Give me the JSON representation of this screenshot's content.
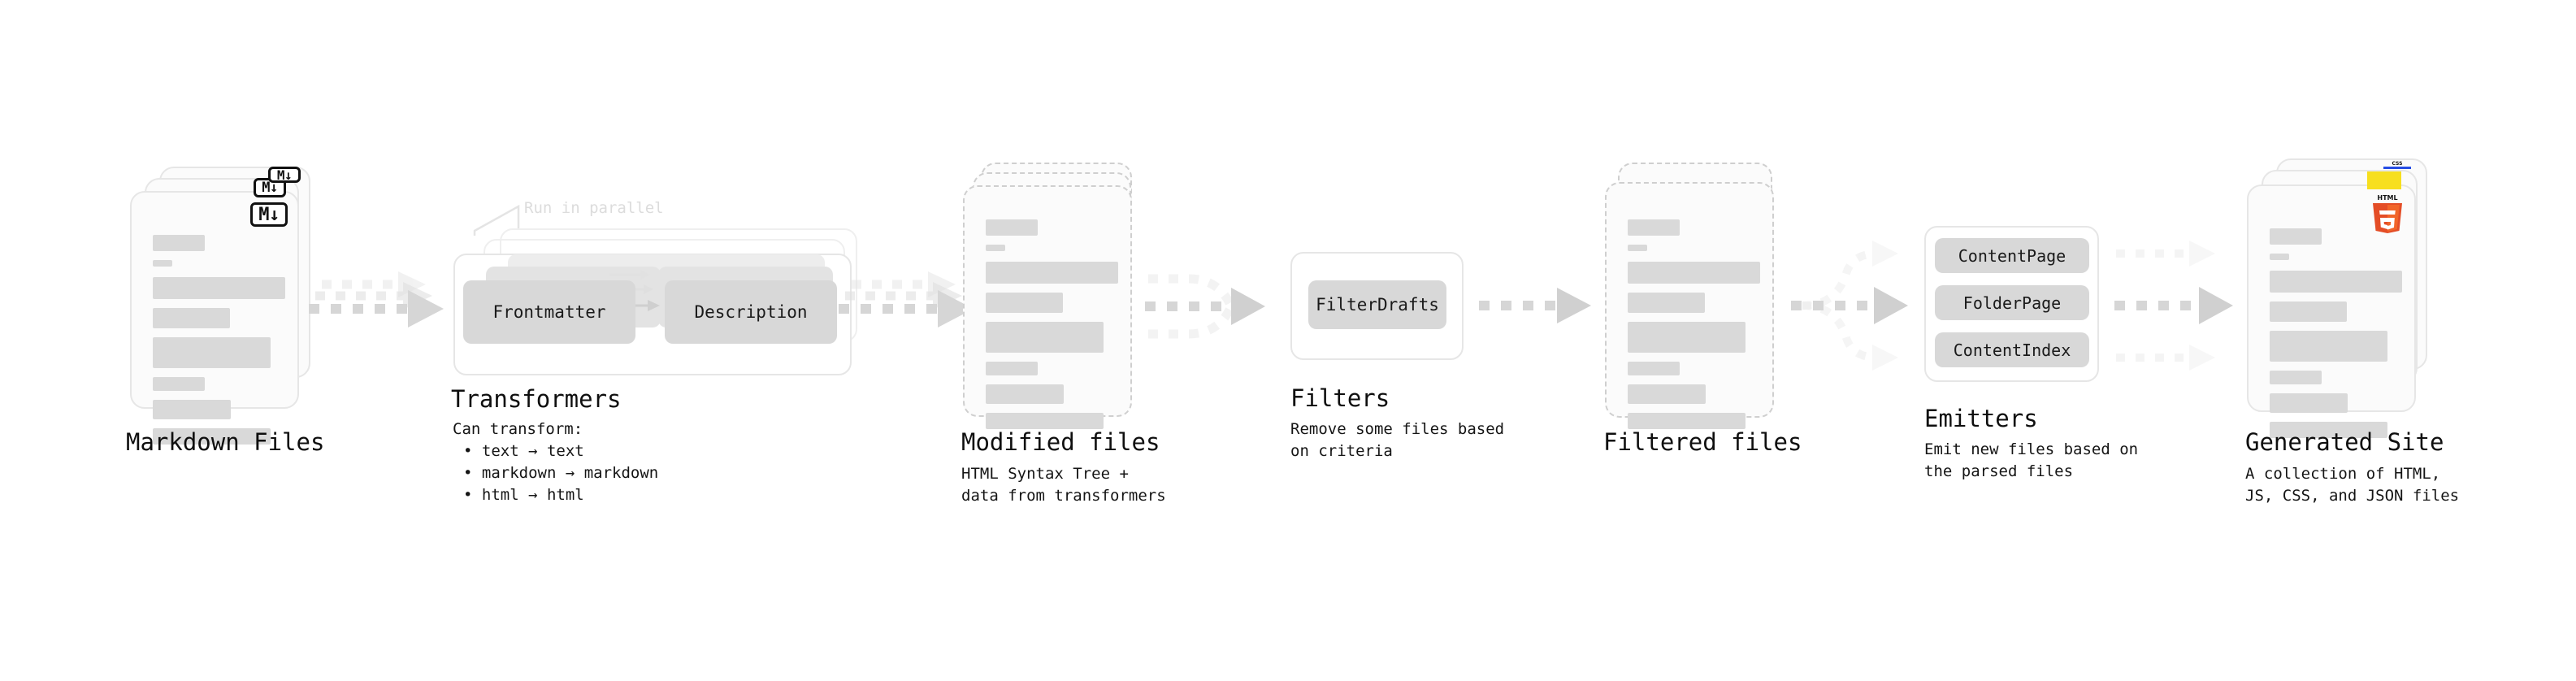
{
  "diagram": {
    "type": "pipeline-flow",
    "background": "#ffffff",
    "accent_colors": {
      "bar_fill": "#d9d9d9",
      "card_border": "#e6e6e6",
      "card_bg": "#fbfbfb",
      "pill_fill": "#d8d8d8",
      "arrow_fill": "#d4d4d4",
      "faint_text": "#dcdcdc",
      "text": "#0f0f0f",
      "html5_orange": "#e44d26",
      "html5_orange_light": "#f16529",
      "js_yellow": "#f7df1e",
      "css_blue": "#264de4",
      "markdown_black": "#111111"
    },
    "stages": [
      {
        "id": "markdown-files",
        "kind": "file-stack",
        "title": "Markdown Files",
        "subtitle": "",
        "badge": "markdown-icon",
        "badge_text": "M↓"
      },
      {
        "id": "transformers",
        "kind": "process",
        "title": "Transformers",
        "note": "Run in parallel",
        "subtitle_lead": "Can transform:",
        "bullets": [
          "• text → text",
          "• markdown → markdown",
          "• html → html"
        ],
        "pills": [
          "Frontmatter",
          "Description"
        ]
      },
      {
        "id": "modified-files",
        "kind": "file-stack-dashed",
        "title": "Modified files",
        "subtitle": "HTML Syntax Tree +\ndata from transformers"
      },
      {
        "id": "filters",
        "kind": "process",
        "title": "Filters",
        "subtitle": "Remove some files based\non criteria",
        "pills": [
          "FilterDrafts"
        ]
      },
      {
        "id": "filtered-files",
        "kind": "file-stack-dashed",
        "title": "Filtered files",
        "subtitle": ""
      },
      {
        "id": "emitters",
        "kind": "process",
        "title": "Emitters",
        "subtitle": "Emit new files based on\nthe parsed files",
        "pills": [
          "ContentPage",
          "FolderPage",
          "ContentIndex"
        ]
      },
      {
        "id": "generated-site",
        "kind": "file-stack",
        "title": "Generated Site",
        "subtitle": "A collection of HTML,\nJS, CSS, and JSON files",
        "badges": [
          "html5-icon",
          "js-icon",
          "css3-icon"
        ],
        "badge_text": "5"
      }
    ],
    "connectors": [
      {
        "id": "arrow-md-to-transformers",
        "style": "dashed-triple-stacked"
      },
      {
        "id": "arrow-transformers-to-modified",
        "style": "dashed-triple-stacked"
      },
      {
        "id": "arrow-modified-to-filters",
        "style": "dashed-merge-3to1"
      },
      {
        "id": "arrow-filters-to-filtered",
        "style": "dashed-single"
      },
      {
        "id": "arrow-filtered-to-emitters",
        "style": "dashed-split-1to3"
      },
      {
        "id": "arrow-emitters-to-site",
        "style": "dashed-triple-parallel"
      }
    ]
  }
}
